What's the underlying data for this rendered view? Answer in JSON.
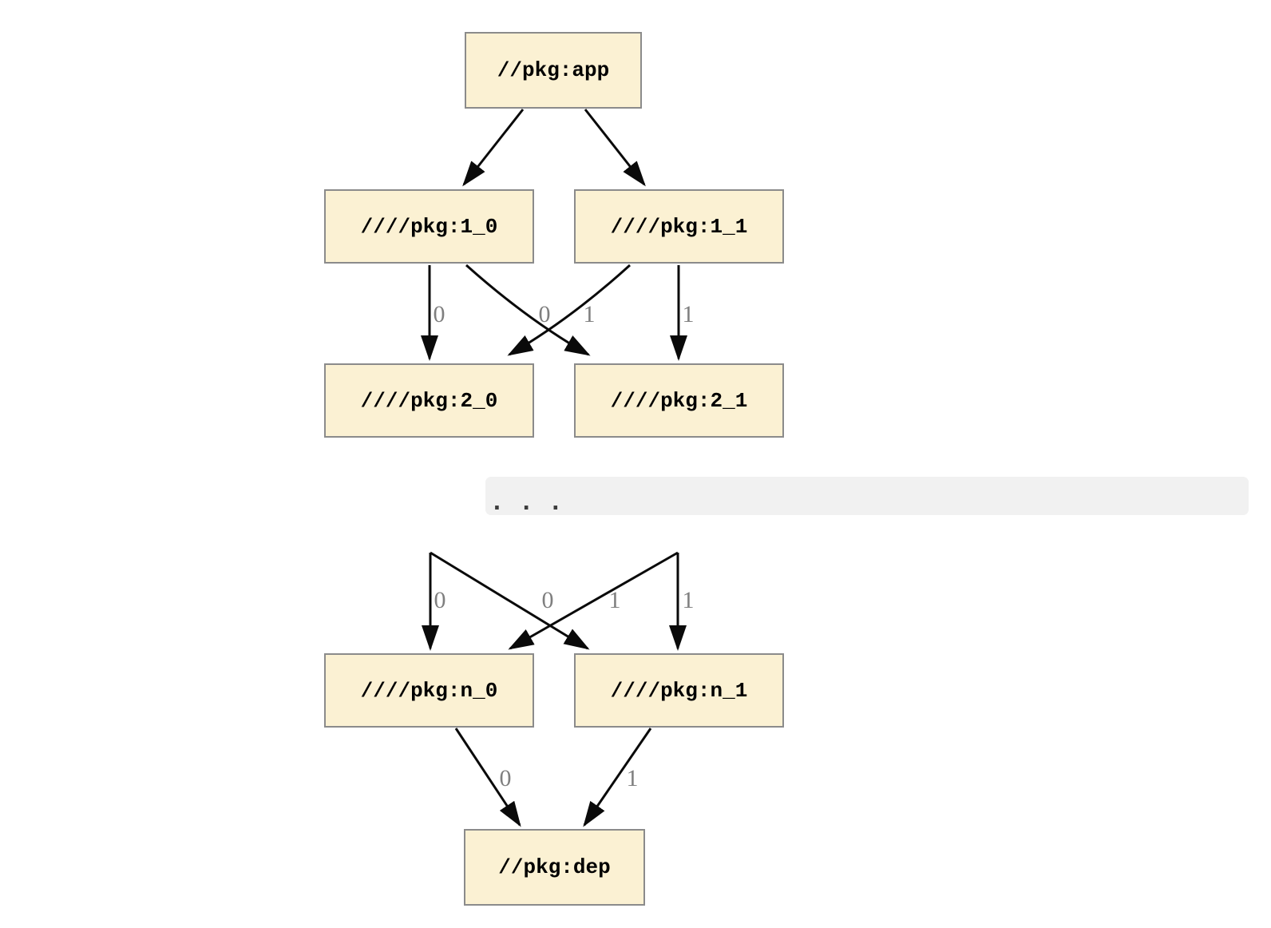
{
  "colors": {
    "node_fill": "#FBF1D3",
    "node_border": "#8B8B8B",
    "edge_stroke": "#0A0A0A",
    "edge_label": "#7F7F7F",
    "band_bg": "#F1F1F1",
    "ellipsis_dots": "#3C3C3C",
    "node_text": "#000000",
    "background": "#FFFFFF"
  },
  "graph": {
    "nodes": {
      "app": {
        "label": "//pkg:app"
      },
      "l1_0": {
        "label": "////pkg:1_0"
      },
      "l1_1": {
        "label": "////pkg:1_1"
      },
      "l2_0": {
        "label": "////pkg:2_0"
      },
      "l2_1": {
        "label": "////pkg:2_1"
      },
      "ln_0": {
        "label": "////pkg:n_0"
      },
      "ln_1": {
        "label": "////pkg:n_1"
      },
      "dep": {
        "label": "//pkg:dep"
      }
    },
    "ellipsis": ". . .",
    "edge_labels": {
      "l1_0_to_l2_0": "0",
      "l1_1_to_l2_0": "0",
      "l1_0_to_l2_1": "1",
      "l1_1_to_l2_1": "1",
      "mid_to_ln_0_straight": "0",
      "mid_to_ln_0_cross": "0",
      "mid_to_ln_1_cross": "1",
      "mid_to_ln_1_straight": "1",
      "ln_0_to_dep": "0",
      "ln_1_to_dep": "1"
    }
  }
}
